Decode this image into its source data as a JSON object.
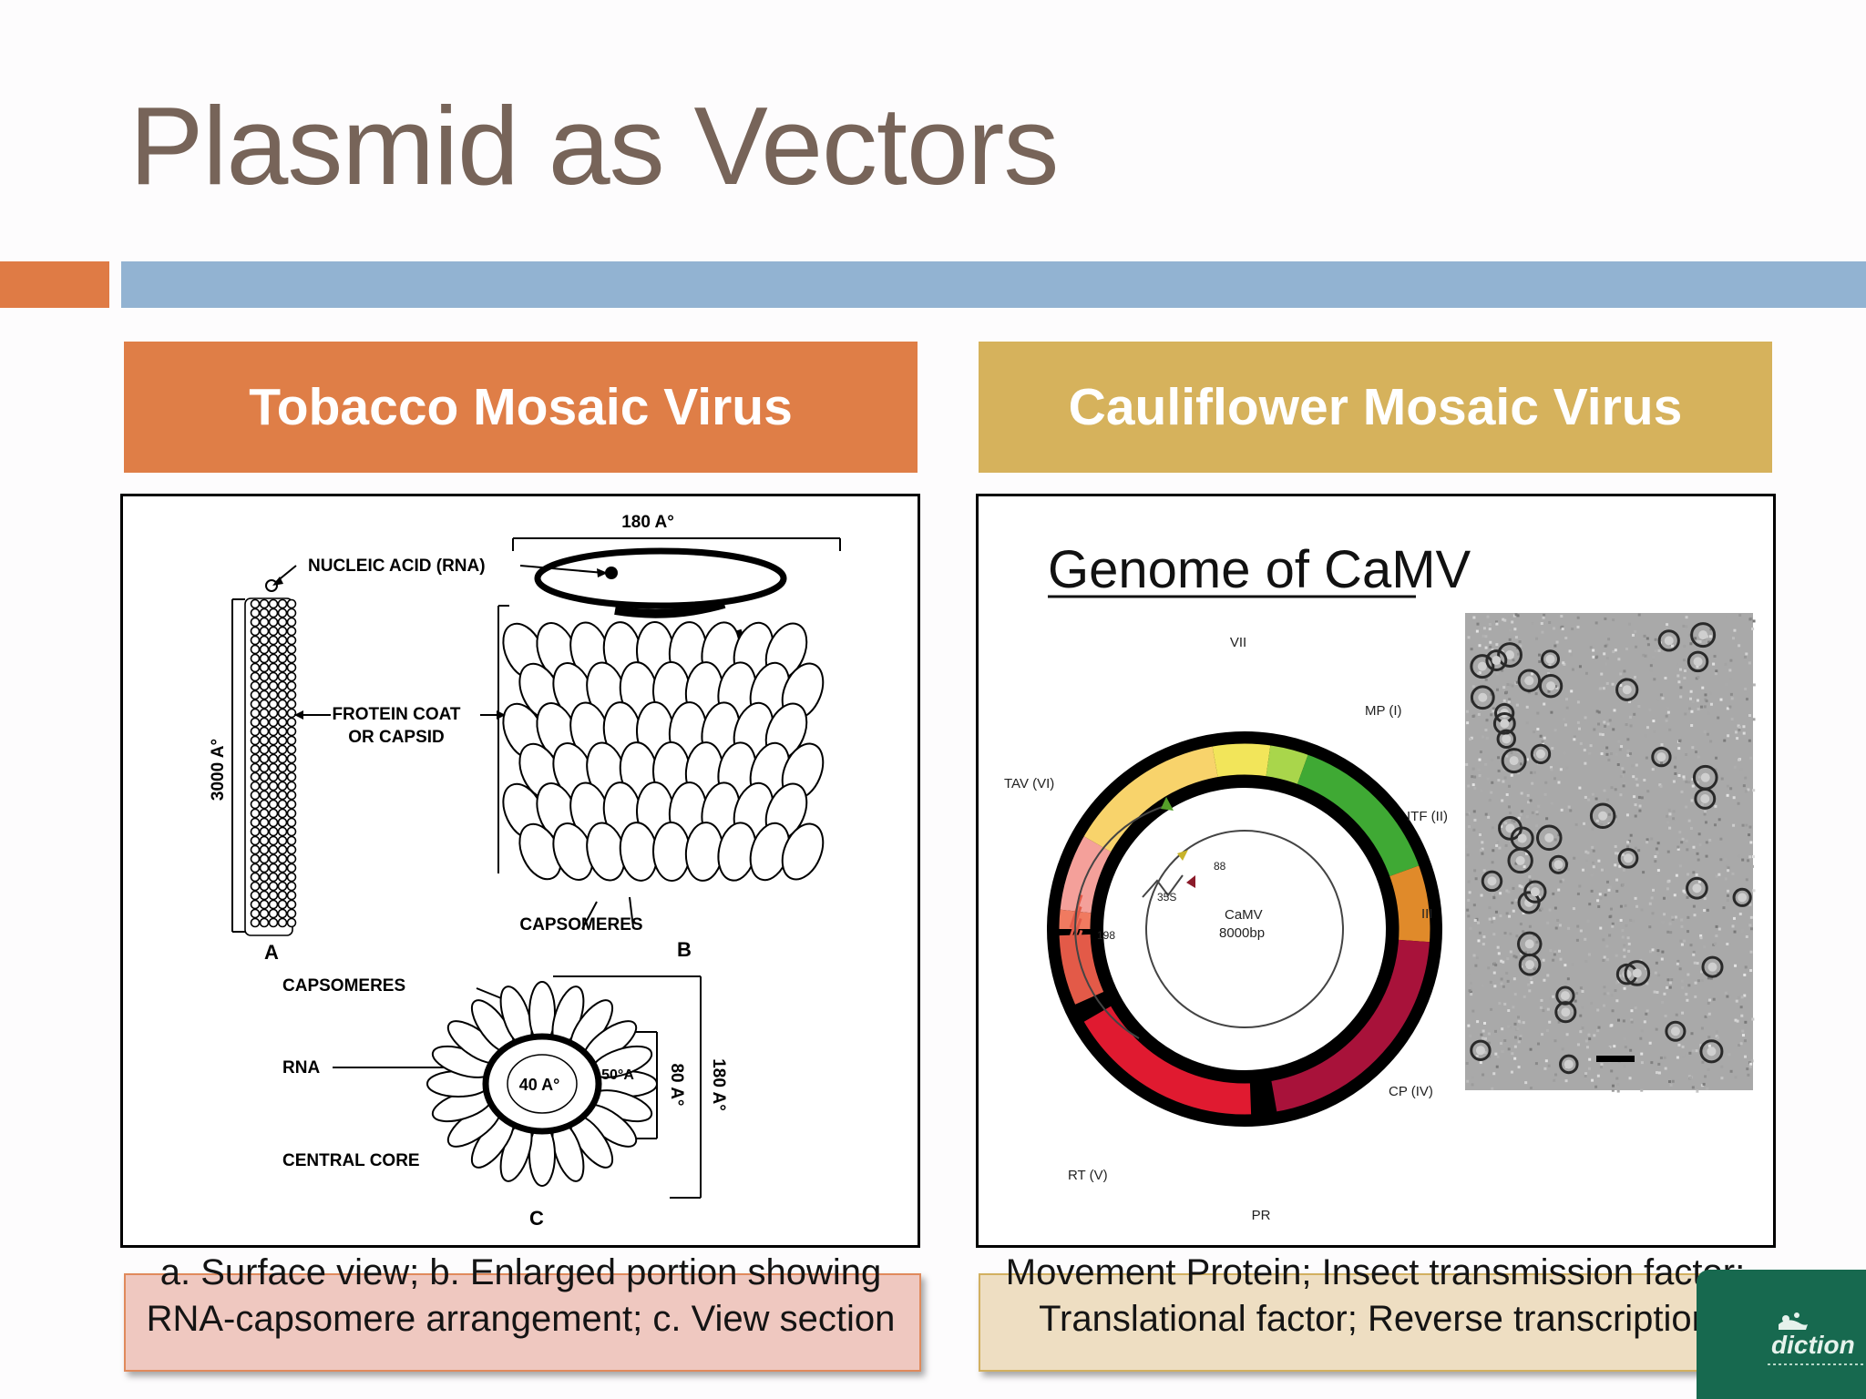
{
  "slide": {
    "title": "Plasmid as Vectors"
  },
  "left_panel": {
    "header": "Tobacco Mosaic Virus",
    "figure": {
      "label_180": "180 A°",
      "label_nucleic": "NUCLEIC ACID (RNA)",
      "label_protein_coat_1": "FROTEIN COAT",
      "label_protein_coat_2": "OR CAPSID",
      "label_3000": "3000 A°",
      "label_capsomeres_b": "CAPSOMERES",
      "label_a": "A",
      "label_b": "B",
      "label_capsomeres_c": "CAPSOMERES",
      "label_rna": "RNA",
      "label_central_core": "CENTRAL CORE",
      "label_40": "40 A°",
      "label_50": "50°A",
      "label_80": "80 A°",
      "label_180c": "180 A°",
      "label_c": "C"
    },
    "caption": "a. Surface view; b. Enlarged portion showing RNA-capsomere arrangement; c. View section"
  },
  "right_panel": {
    "header": "Cauliflower Mosaic Virus",
    "figure": {
      "title": "Genome of CaMV",
      "label_vii": "VII",
      "label_mp": "MP (I)",
      "label_itf": "ITF (II)",
      "label_iii": "III",
      "label_cp": "CP (IV)",
      "label_pr": "PR",
      "label_rt": "RT (V)",
      "label_tav": "TAV (VI)",
      "label_198": "198",
      "label_358": "35S",
      "label_88": "88",
      "label_camv": "CaMV",
      "label_bp": "8000bp"
    },
    "caption": "Movement Protein; Insect transmission factor; Translational factor; Reverse transcription"
  },
  "logo": {
    "text": "diction"
  },
  "colors": {
    "title": "#776459",
    "accent_orange": "#df7b45",
    "accent_blue": "#92b3d2",
    "header_left": "#df7e47",
    "header_right": "#d6b25c",
    "caption_left_bg": "#efc8c0",
    "caption_right_bg": "#eedec2",
    "logo_bg": "#17694f"
  }
}
